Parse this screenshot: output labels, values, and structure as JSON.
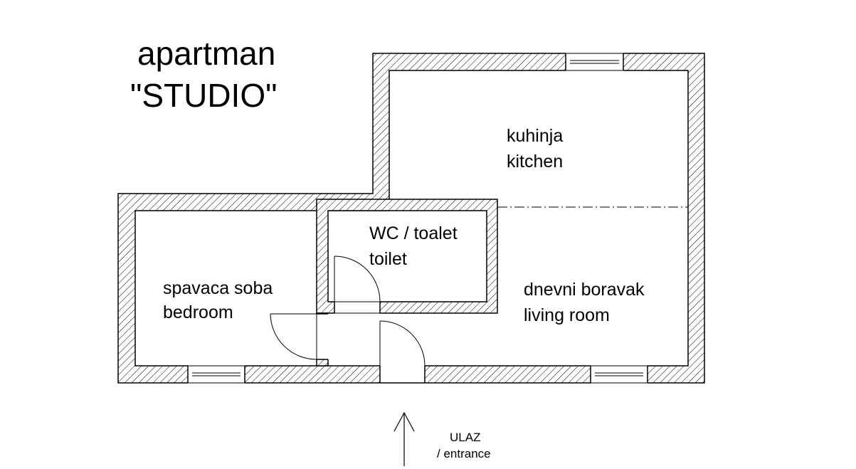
{
  "title": {
    "line1": "apartman",
    "line2": "\"STUDIO\""
  },
  "rooms": {
    "kitchen": {
      "line1": "kuhinja",
      "line2": "kitchen"
    },
    "wc": {
      "line1": "WC / toalet",
      "line2": "toilet"
    },
    "bedroom": {
      "line1": "spavaca soba",
      "line2": "bedroom"
    },
    "living": {
      "line1": "dnevni boravak",
      "line2": "living room"
    }
  },
  "entrance": {
    "line1": "ULAZ",
    "line2": "/ entrance"
  },
  "colors": {
    "line": "#000000",
    "background": "#ffffff"
  }
}
